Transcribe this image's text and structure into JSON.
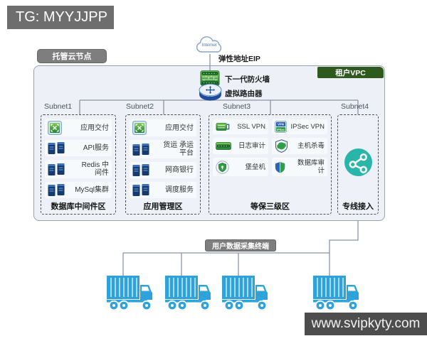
{
  "header": {
    "tg_banner": "TG: MYYJJPP"
  },
  "footer": {
    "site_banner": "www.svipkyty.com"
  },
  "cloud": {
    "label": "Internet"
  },
  "labels": {
    "node_badge": "托管云节点",
    "eip": "弹性地址EIP",
    "firewall": "下一代防火墙",
    "router": "虚拟路由器",
    "vpc_badge": "租户VPC",
    "terminal_badge": "用户数据采集终端"
  },
  "subnets": [
    {
      "name": "Subnet1",
      "zone": "数据库中间件区",
      "items": [
        {
          "icon": "app-delivery",
          "label": "应用交付"
        },
        {
          "icon": "server-stack",
          "label": "API服务"
        },
        {
          "icon": "server-stack",
          "label": "Redis 中间件"
        },
        {
          "icon": "server-stack",
          "label": "MySql集群"
        }
      ]
    },
    {
      "name": "Subnet2",
      "zone": "应用管理区",
      "items": [
        {
          "icon": "app-delivery",
          "label": "应用交付"
        },
        {
          "icon": "server-stack",
          "label": "货运 承运平台"
        },
        {
          "icon": "server-stack",
          "label": "网商银行"
        },
        {
          "icon": "server-stack",
          "label": "调度服务"
        }
      ]
    },
    {
      "name": "Subnet3",
      "zone": "等保三级区",
      "items": [
        {
          "icon": "ssl-vpn",
          "label": "SSL VPN"
        },
        {
          "icon": "ipsec-vpn",
          "label": "IPSec VPN"
        },
        {
          "icon": "log-audit",
          "label": "日志审计"
        },
        {
          "icon": "antivirus",
          "label": "主机杀毒"
        },
        {
          "icon": "bastion",
          "label": "堡垒机"
        },
        {
          "icon": "db-audit",
          "label": "数据库审计"
        }
      ]
    },
    {
      "name": "Subnet4",
      "zone": "专线接入",
      "items": []
    }
  ],
  "terminal": {
    "truck_count": 4
  },
  "colors": {
    "vpc_badge_green": "#2f5a1e",
    "teal": "#2ab5ab",
    "truck_blue": "#2da2db",
    "badge_gray": "#7e7e7e",
    "line_gray": "#8b94a2"
  }
}
